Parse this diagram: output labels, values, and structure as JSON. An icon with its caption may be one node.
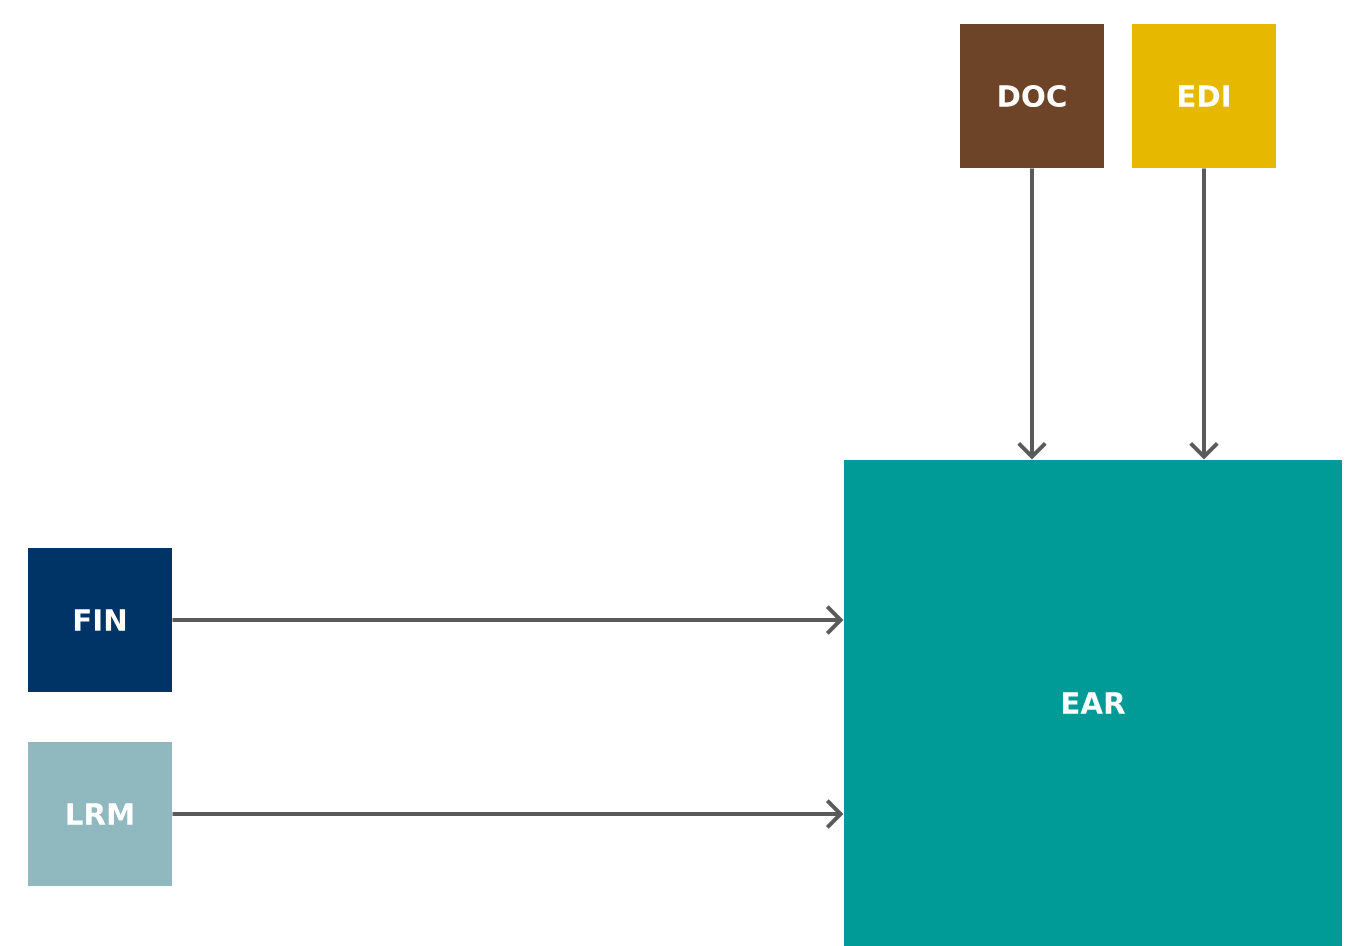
{
  "diagram": {
    "nodes": [
      {
        "text": [
          "DOC"
        ]
      },
      {
        "text": [
          "EDI"
        ]
      },
      {
        "text": [
          "FIN"
        ]
      },
      {
        "text": [
          "LRM"
        ]
      },
      {
        "text": [
          "EAR"
        ]
      }
    ],
    "edges": [
      {
        "from": 0,
        "to": 4,
        "arrow": "to"
      },
      {
        "from": 1,
        "to": 4,
        "arrow": "to"
      },
      {
        "from": 2,
        "to": 4,
        "arrow": "to"
      },
      {
        "from": 3,
        "to": 4,
        "arrow": "to"
      }
    ]
  }
}
